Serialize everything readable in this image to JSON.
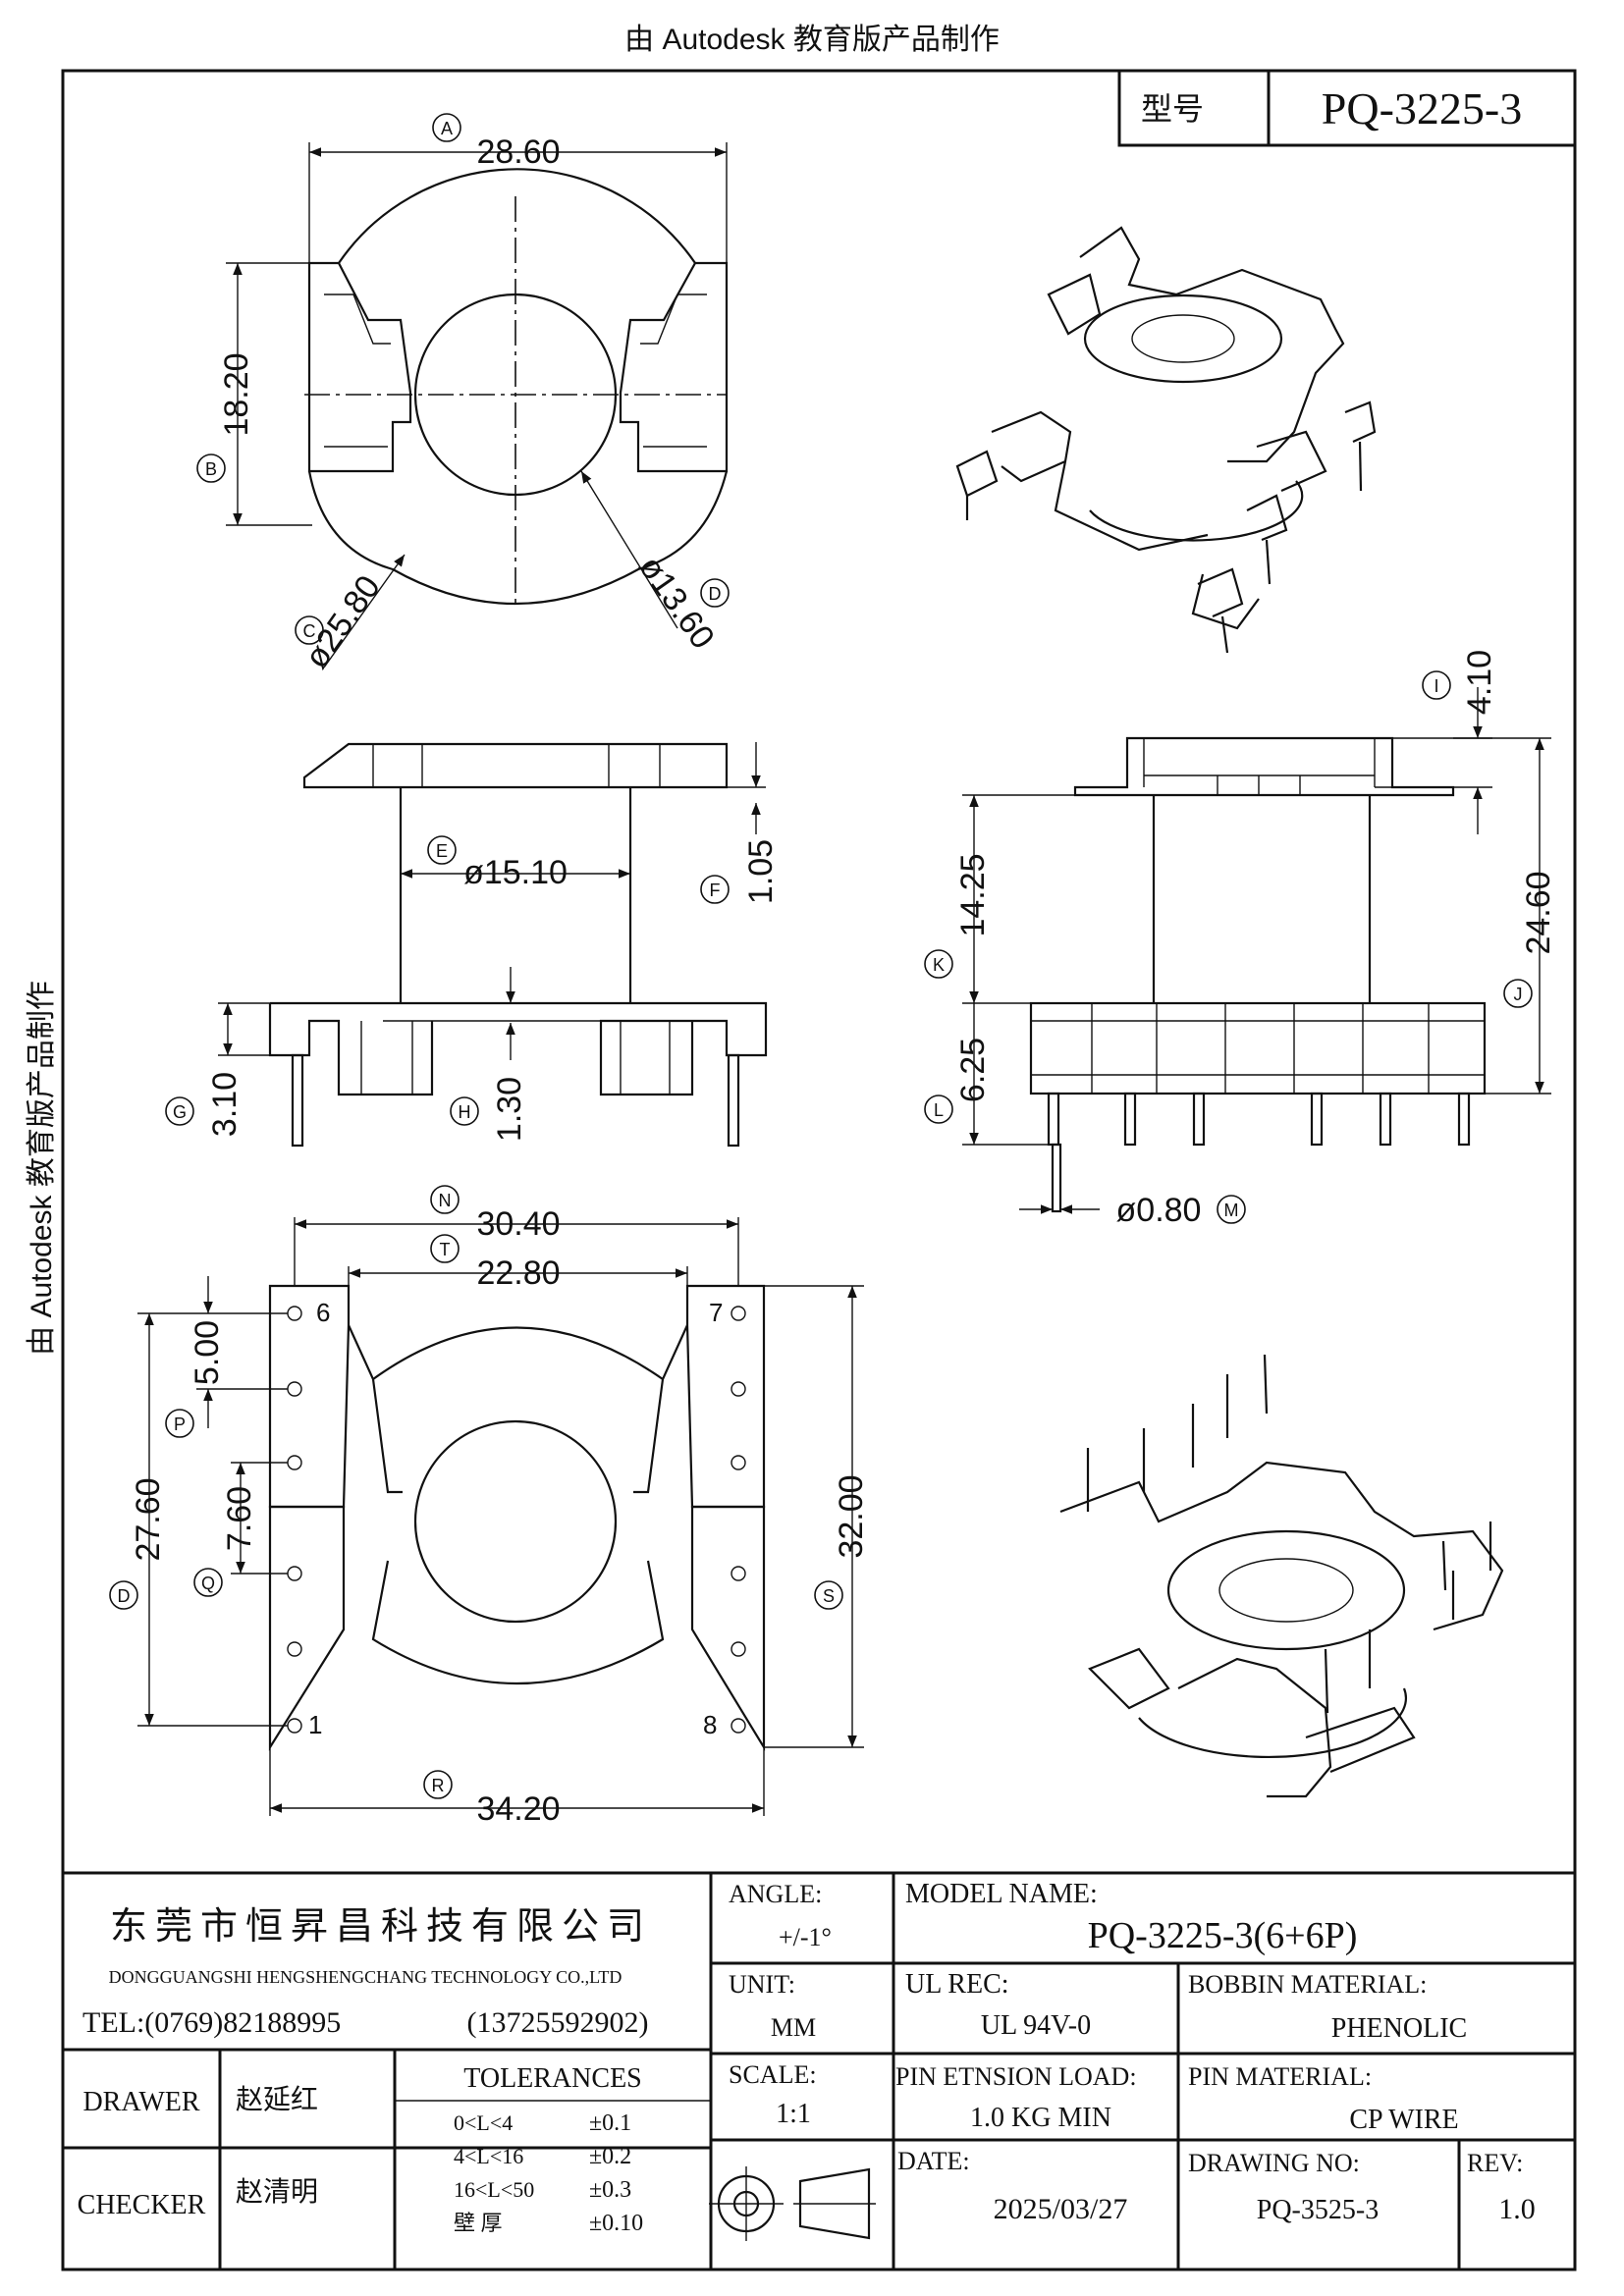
{
  "watermark": {
    "top": "由 Autodesk 教育版产品制作",
    "left": "由 Autodesk 教育版产品制作"
  },
  "header": {
    "model_label": "型号",
    "model_value": "PQ-3225-3"
  },
  "dimensions": {
    "A": "28.60",
    "B": "18.20",
    "C": "ø25.80",
    "D": "ø13.60",
    "E": "ø15.10",
    "F": "1.05",
    "G": "3.10",
    "H": "1.30",
    "I": "4.10",
    "J": "24.60",
    "K": "14.25",
    "L": "6.25",
    "M": "ø0.80",
    "N": "30.40",
    "T": "22.80",
    "P": "5.00",
    "D2": "27.60",
    "Q": "7.60",
    "S": "32.00",
    "R": "34.20"
  },
  "callouts": {
    "A": "A",
    "B": "B",
    "C": "C",
    "D": "D",
    "E": "E",
    "F": "F",
    "G": "G",
    "H": "H",
    "I": "I",
    "J": "J",
    "K": "K",
    "L": "L",
    "M": "M",
    "N": "N",
    "T": "T",
    "P": "P",
    "D2": "D",
    "Q": "Q",
    "S": "S",
    "R": "R"
  },
  "pins": {
    "p6": "6",
    "p7": "7",
    "p1": "1",
    "p8": "8"
  },
  "title_block": {
    "company_cn": "东莞市恒昇昌科技有限公司",
    "company_en": "DONGGUANGSHI HENGSHENGCHANG TECHNOLOGY CO.,LTD",
    "tel": "TEL:(0769)82188995",
    "mobile": "(13725592902)",
    "drawer_label": "DRAWER",
    "drawer_name": "赵延红",
    "checker_label": "CHECKER",
    "checker_name": "赵清明",
    "tolerances_label": "TOLERANCES",
    "tolerances": [
      {
        "range": "0<L<4",
        "value": "±0.1"
      },
      {
        "range": "4<L<16",
        "value": "±0.2"
      },
      {
        "range": "16<L<50",
        "value": "±0.3"
      },
      {
        "range": "壁  厚",
        "value": "±0.10"
      }
    ],
    "angle_label": "ANGLE:",
    "angle_value": "+/-1°",
    "unit_label": "UNIT:",
    "unit_value": "MM",
    "scale_label": "SCALE:",
    "scale_value": "1:1",
    "model_name_label": "MODEL NAME:",
    "model_name_value": "PQ-3225-3(6+6P)",
    "ul_label": "UL REC:",
    "ul_value": "UL 94V-0",
    "bobbin_label": "BOBBIN MATERIAL:",
    "bobbin_value": "PHENOLIC",
    "pin_load_label": "PIN ETNSION LOAD:",
    "pin_load_value": "1.0 KG MIN",
    "pin_material_label": "PIN MATERIAL:",
    "pin_material_value": "CP WIRE",
    "date_label": "DATE:",
    "date_value": "2025/03/27",
    "drawing_no_label": "DRAWING NO:",
    "drawing_no_value": "PQ-3525-3",
    "rev_label": "REV:",
    "rev_value": "1.0"
  }
}
